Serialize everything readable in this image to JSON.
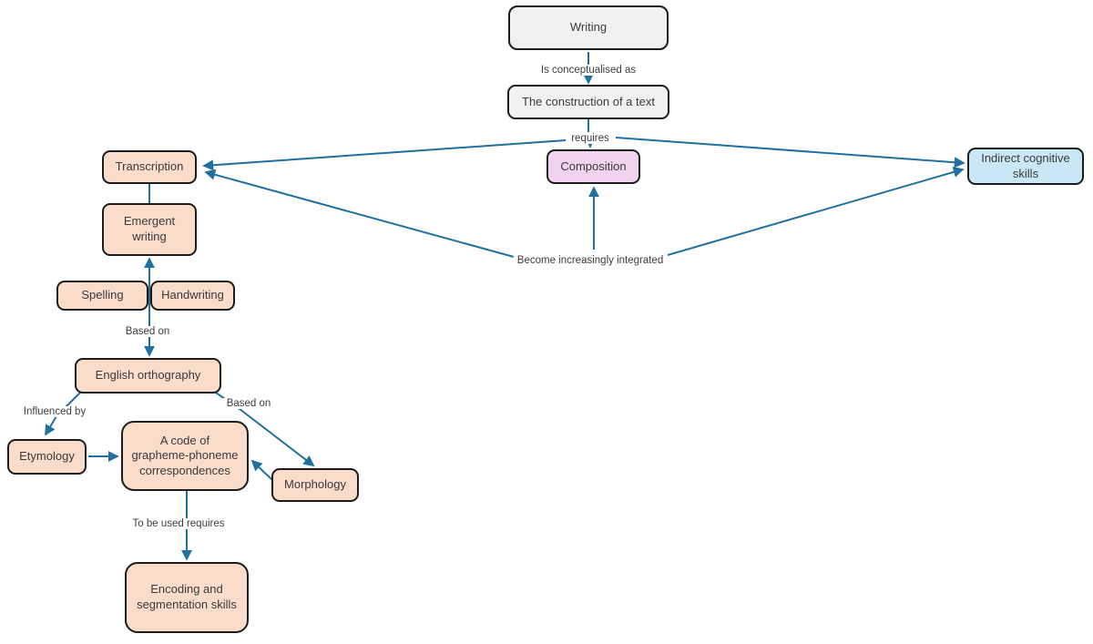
{
  "diagram": {
    "type": "concept-map",
    "topic": "Writing",
    "colors": {
      "node_gray": "#f1f1f1",
      "node_peach": "#fadcca",
      "node_pink": "#f0d4ef",
      "node_blue": "#c9e7f5",
      "node_border": "#1c1c1c",
      "edge": "#2070a0",
      "background": "#ffffff"
    },
    "nodes": {
      "writing": {
        "label": "Writing"
      },
      "construction": {
        "label": "The construction of a text"
      },
      "transcription": {
        "label": "Transcription"
      },
      "composition": {
        "label": "Composition"
      },
      "indirect": {
        "label": "Indirect cognitive skills"
      },
      "emergent": {
        "label": "Emergent writing"
      },
      "spelling": {
        "label": "Spelling"
      },
      "handwriting": {
        "label": "Handwriting"
      },
      "orthography": {
        "label": "English orthography"
      },
      "etymology": {
        "label": "Etymology"
      },
      "code": {
        "label": "A code of grapheme-phoneme correspondences"
      },
      "morphology": {
        "label": "Morphology"
      },
      "encoding": {
        "label": "Encoding and segmentation skills"
      }
    },
    "edge_labels": {
      "is_conceptualised_as": "Is conceptualised as",
      "requires": "requires",
      "become_integrated": "Become increasingly integrated",
      "based_on_1": "Based on",
      "influenced_by": "Influenced by",
      "based_on_2": "Based on",
      "to_be_used_requires": "To be used requires"
    },
    "edges": [
      {
        "from": "writing",
        "to": "construction",
        "label": "Is conceptualised as"
      },
      {
        "from": "construction",
        "to": "transcription",
        "label": "requires"
      },
      {
        "from": "construction",
        "to": "composition",
        "label": "requires"
      },
      {
        "from": "construction",
        "to": "indirect",
        "label": "requires"
      },
      {
        "from": "become_integrated",
        "to": "transcription",
        "label": "Become increasingly integrated"
      },
      {
        "from": "become_integrated",
        "to": "composition",
        "label": "Become increasingly integrated"
      },
      {
        "from": "become_integrated",
        "to": "indirect",
        "label": "Become increasingly integrated"
      },
      {
        "from": "emergent",
        "to": "transcription",
        "label": ""
      },
      {
        "from": "spelling_handwriting",
        "to": "emergent",
        "label": ""
      },
      {
        "from": "spelling_handwriting",
        "to": "orthography",
        "label": "Based on"
      },
      {
        "from": "orthography",
        "to": "etymology",
        "label": "Influenced by"
      },
      {
        "from": "orthography",
        "to": "morphology",
        "label": "Based on"
      },
      {
        "from": "etymology",
        "to": "code",
        "label": ""
      },
      {
        "from": "morphology",
        "to": "code",
        "label": ""
      },
      {
        "from": "code",
        "to": "encoding",
        "label": "To be used requires"
      }
    ]
  }
}
